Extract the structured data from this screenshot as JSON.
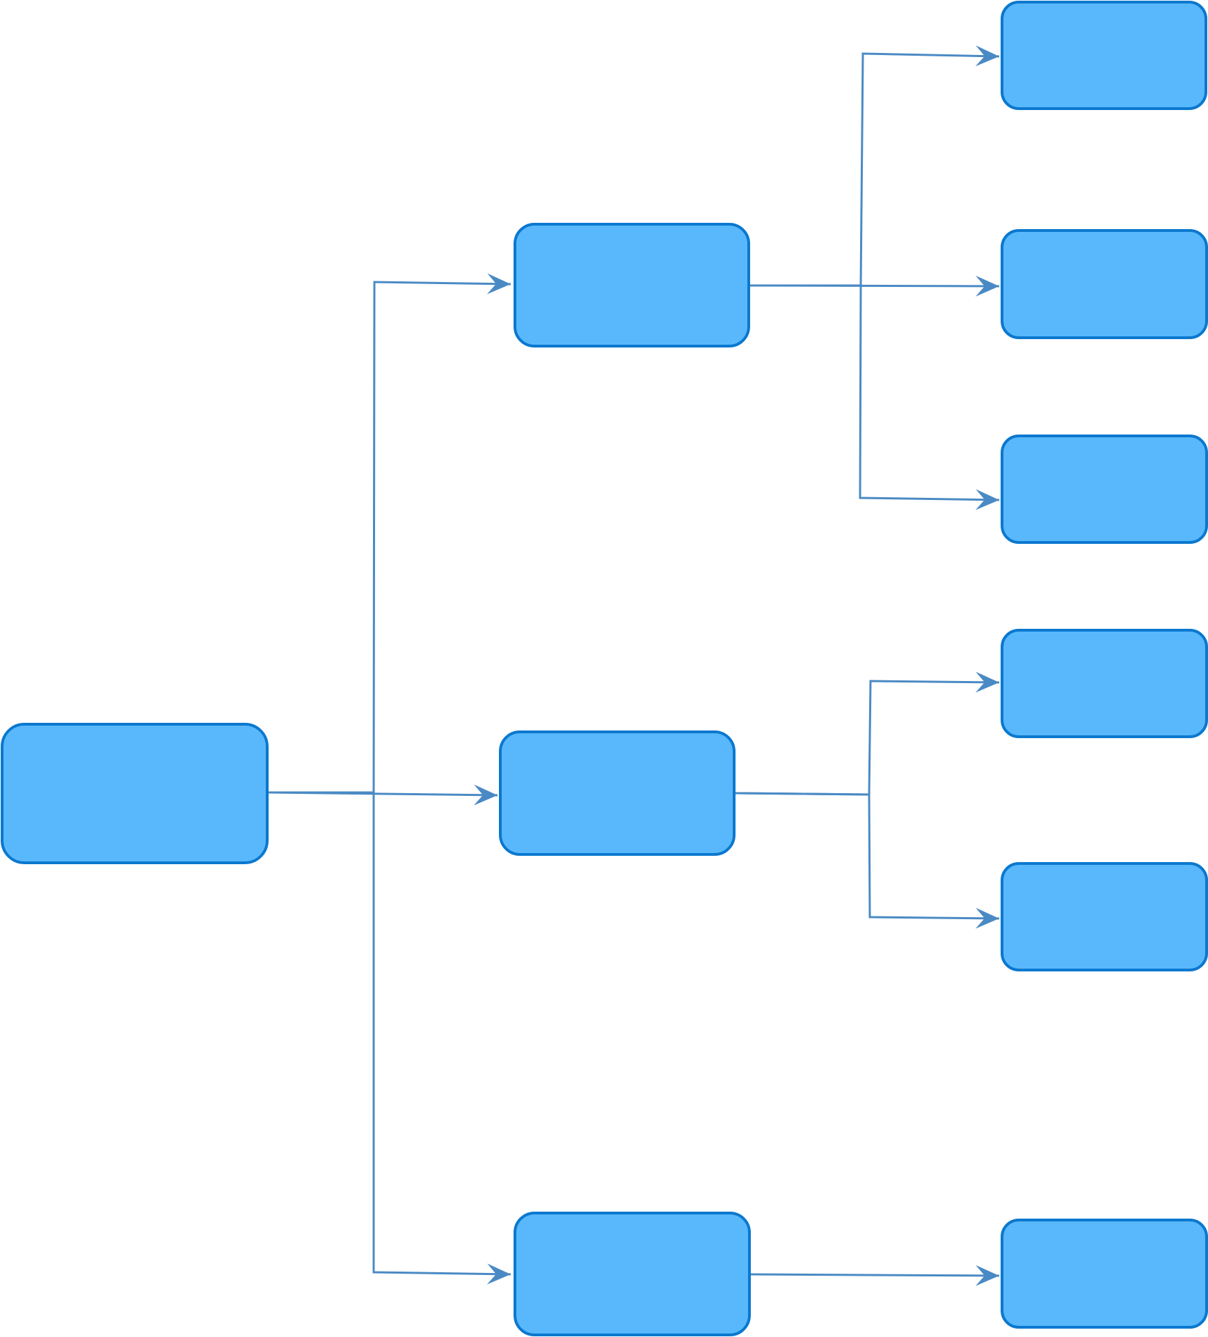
{
  "diagram": {
    "type": "tree",
    "direction": "left-to-right",
    "colors": {
      "node_fill": "#58b8fb",
      "node_stroke": "#0b78cf",
      "connector": "#4a8ac4",
      "background": "#ffffff"
    },
    "nodes": [
      {
        "id": "root",
        "label": ""
      },
      {
        "id": "branch-1",
        "label": ""
      },
      {
        "id": "branch-2",
        "label": ""
      },
      {
        "id": "branch-3",
        "label": ""
      },
      {
        "id": "leaf-1-1",
        "label": ""
      },
      {
        "id": "leaf-1-2",
        "label": ""
      },
      {
        "id": "leaf-1-3",
        "label": ""
      },
      {
        "id": "leaf-2-1",
        "label": ""
      },
      {
        "id": "leaf-2-2",
        "label": ""
      },
      {
        "id": "leaf-3-1",
        "label": ""
      }
    ],
    "edges": [
      {
        "from": "root",
        "to": "branch-1"
      },
      {
        "from": "root",
        "to": "branch-2"
      },
      {
        "from": "root",
        "to": "branch-3"
      },
      {
        "from": "branch-1",
        "to": "leaf-1-1"
      },
      {
        "from": "branch-1",
        "to": "leaf-1-2"
      },
      {
        "from": "branch-1",
        "to": "leaf-1-3"
      },
      {
        "from": "branch-2",
        "to": "leaf-2-1"
      },
      {
        "from": "branch-2",
        "to": "leaf-2-2"
      },
      {
        "from": "branch-3",
        "to": "leaf-3-1"
      }
    ]
  }
}
